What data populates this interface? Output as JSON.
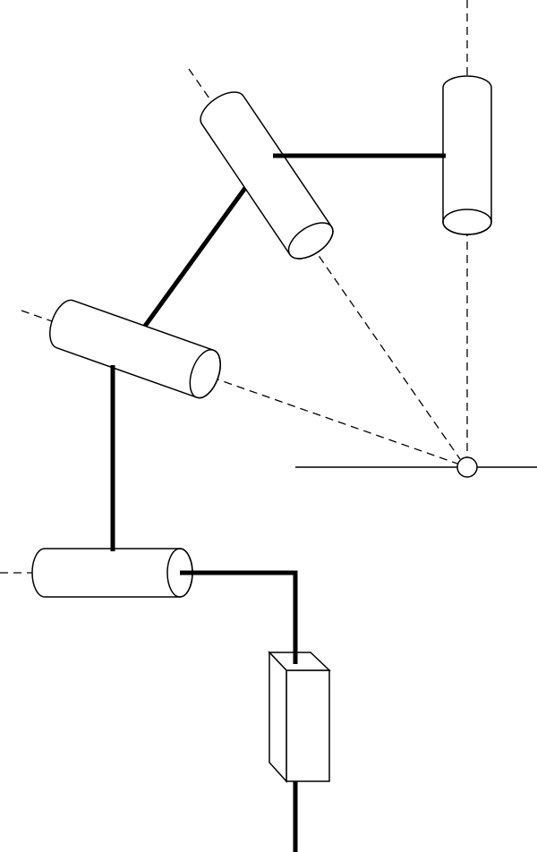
{
  "diagram": {
    "stroke_color": "#000000",
    "background_color": "#ffffff",
    "components": [
      "base-joint",
      "vertical-revolute-joint",
      "inclined-revolute-joint-upper",
      "inclined-revolute-joint-middle",
      "horizontal-revolute-joint-lower",
      "prismatic-block",
      "intersection-point"
    ]
  }
}
